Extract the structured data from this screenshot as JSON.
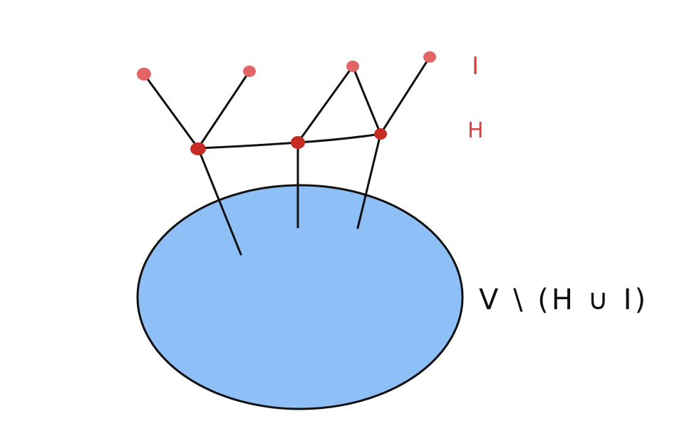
{
  "labels": {
    "top": "I",
    "middle": "H",
    "base": "V \\ (H ∪ I)"
  },
  "colors": {
    "ellipse_fill": "#8fbff7",
    "ellipse_stroke": "#111111",
    "edge": "#111111",
    "node_top": "#e26464",
    "node_mid": "#c62b24",
    "label": "#d64541"
  }
}
